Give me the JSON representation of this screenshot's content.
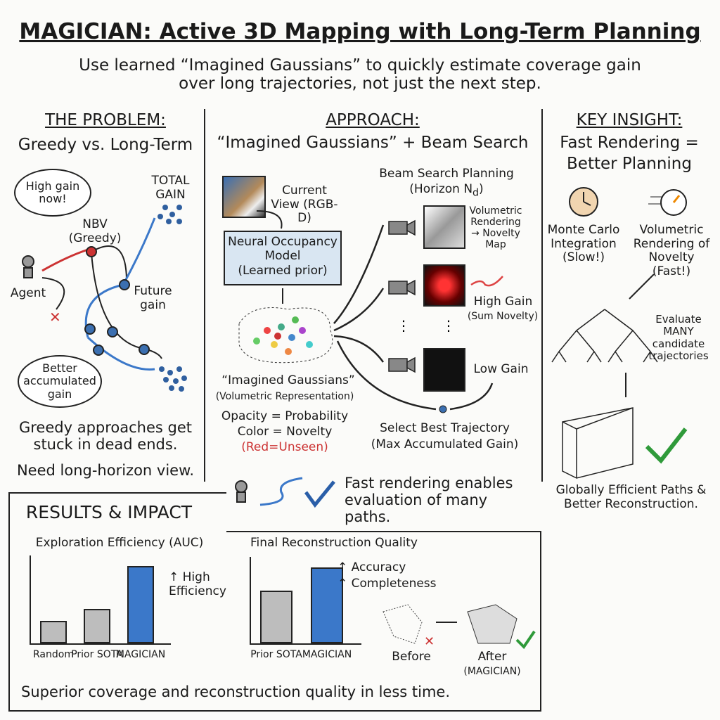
{
  "header": {
    "title": "MAGICIAN: Active 3D Mapping with Long-Term Planning",
    "subtitle_line1": "Use learned “Imagined Gaussians” to quickly estimate coverage gain",
    "subtitle_line2": "over long trajectories, not just the next step."
  },
  "problem": {
    "heading": "THE PROBLEM:",
    "subheading": "Greedy vs. Long-Term",
    "cloud_top": "High gain now!",
    "cloud_bottom": "Better accumulated gain",
    "nbv": "NBV (Greedy)",
    "total_gain": "TOTAL GAIN",
    "agent": "Agent",
    "future_gain": "Future gain",
    "note1": "Greedy approaches get stuck in dead ends.",
    "note2": "Need long-horizon view."
  },
  "approach": {
    "heading": "APPROACH:",
    "subheading": "“Imagined Gaussians” + Beam Search",
    "current_view": "Current View (RGB-D)",
    "model_line1": "Neural Occupancy",
    "model_line2": "Model",
    "model_line3": "(Learned prior)",
    "gaussians_title": "“Imagined Gaussians”",
    "gaussians_sub": "(Volumetric Representation)",
    "opacity": "Opacity = Probability",
    "color": "Color = Novelty",
    "red": "(Red=Unseen)",
    "beam_title": "Beam Search Planning",
    "beam_horizon": "(Horizon N",
    "beam_sub": "d",
    "volumetric": "Volumetric Rendering → Novelty Map",
    "high_gain": "High Gain",
    "sum_novelty": "(Sum Novelty)",
    "low_gain": "Low Gain",
    "select": "Select Best Trajectory",
    "select_sub": "(Max Accumulated Gain)",
    "fast_line1": "Fast rendering enables",
    "fast_line2": "evaluation of many paths."
  },
  "insight": {
    "heading": "KEY INSIGHT:",
    "sub1": "Fast Rendering =",
    "sub2": "Better Planning",
    "monte": "Monte Carlo Integration (Slow!)",
    "volumetric": "Volumetric Rendering of Novelty (Fast!)",
    "evaluate": "Evaluate MANY candidate trajectories",
    "result": "Globally Efficient Paths & Better Reconstruction."
  },
  "results": {
    "heading": "RESULTS & IMPACT",
    "footer": "Superior coverage and reconstruction quality in less time.",
    "high_eff": "↑ High Efficiency",
    "accuracy": "↑ Accuracy",
    "completeness": "↑ Completeness",
    "before": "Before",
    "after": "After",
    "after_sub": "(MAGICIAN)"
  },
  "chart_data": [
    {
      "type": "bar",
      "title": "Exploration Efficiency (AUC)",
      "categories": [
        "Random",
        "Prior SOTA",
        "MAGICIAN"
      ],
      "values": [
        29,
        45,
        100
      ],
      "colors": [
        "#bdbdbd",
        "#bdbdbd",
        "#3b78c9"
      ],
      "ylim": [
        0,
        100
      ]
    },
    {
      "type": "bar",
      "title": "Final Reconstruction Quality",
      "categories": [
        "Prior SOTA",
        "MAGICIAN"
      ],
      "values": [
        69,
        100
      ],
      "colors": [
        "#bdbdbd",
        "#3b78c9"
      ],
      "ylim": [
        0,
        100
      ]
    }
  ]
}
